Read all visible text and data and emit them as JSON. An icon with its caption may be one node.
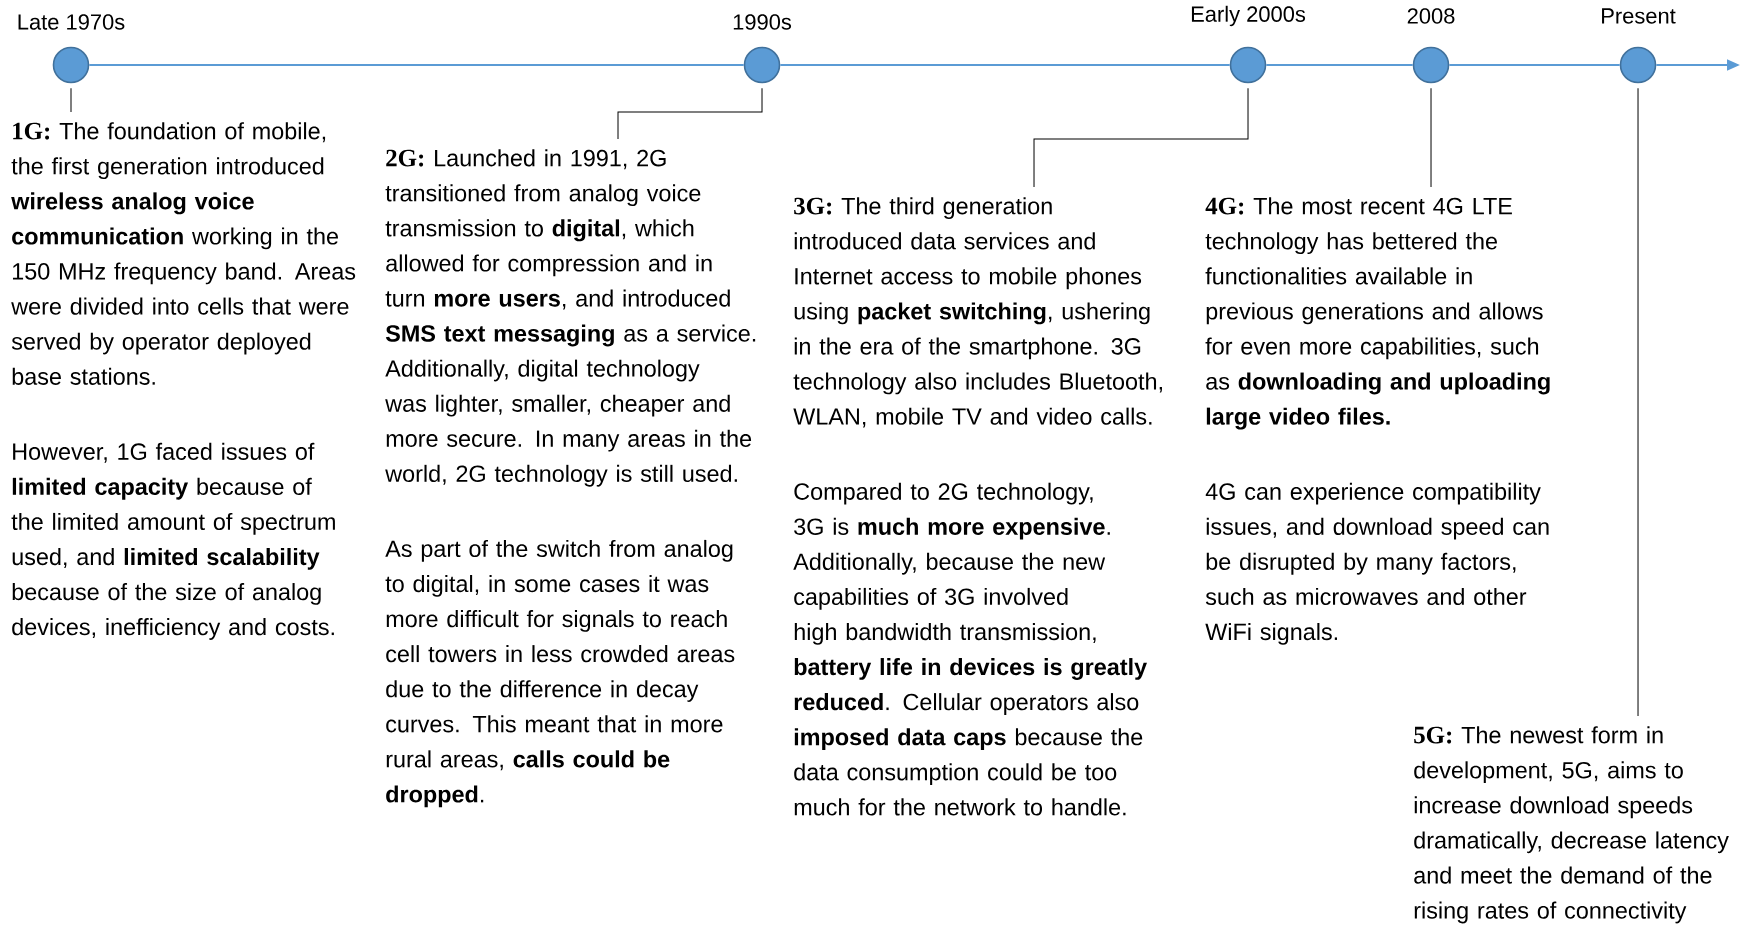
{
  "diagram": {
    "nodes": [
      {
        "text": [
          "Late 1970s"
        ]
      },
      {
        "text": [
          "1990s"
        ]
      },
      {
        "text": [
          "Early 2000s"
        ]
      },
      {
        "text": [
          "2008"
        ]
      },
      {
        "text": [
          "Present"
        ]
      },
      {
        "text": [
          "1G:",
          "The foundation of mobile, the first generation introduced **wireless analog voice communication** working in the 150 MHz frequency band. Areas were divided into cells that were served by operator deployed base stations.",
          "However, 1G faced issues of **limited capacity** because of the limited amount of spectrum used, and **limited scalability** because of the size of analog devices, inefficiency and costs."
        ]
      },
      {
        "text": [
          "2G:",
          "Launched in 1991, 2G transitioned from analog voice transmission to **digital**, which allowed for compression and in turn **more users**, and introduced **SMS text messaging** as a service. Additionally, digital technology was lighter, smaller, cheaper and more secure. In many areas in the world, 2G technology is still used.",
          "As part of the switch from analog to digital, in some cases it was more difficult for signals to reach cell towers in less crowded areas due to the difference in decay curves. This meant that in more rural areas, **calls could be dropped**."
        ]
      },
      {
        "text": [
          "3G:",
          "The third generation introduced data services and Internet access to mobile phones using **packet switching**, ushering in the era of the smartphone. 3G technology also includes Bluetooth, WLAN, mobile TV and video calls.",
          "Compared to 2G technology, 3G is **much more expensive**. Additionally, because the new capabilities of 3G involved high bandwidth transmission, **battery life in devices is greatly reduced**. Cellular operators also **imposed data caps** because the data consumption could be too much for the network to handle."
        ]
      },
      {
        "text": [
          "4G:",
          "The most recent 4G LTE technology has bettered the functionalities available in previous generations and allows for even more capabilities, such as **downloading and uploading large video files.**",
          "4G can experience compatibility issues, and download speed can be disrupted by many factors, such as microwaves and other WiFi signals."
        ]
      },
      {
        "text": [
          "5G:",
          "The newest form in development, 5G, aims to increase download speeds dramatically, decrease latency and meet the demand of the rising rates of connectivity"
        ]
      }
    ],
    "edges": [
      {
        "from": 0,
        "to": 1,
        "arrow": "none"
      },
      {
        "from": 1,
        "to": 2,
        "arrow": "none"
      },
      {
        "from": 2,
        "to": 3,
        "arrow": "none"
      },
      {
        "from": 3,
        "to": 4,
        "arrow": "none"
      },
      {
        "from": 4,
        "to": null,
        "arrow": "to"
      },
      {
        "from": 0,
        "to": 5,
        "arrow": "none",
        "color": "#000000"
      },
      {
        "from": 1,
        "to": 6,
        "arrow": "none",
        "color": "#000000"
      },
      {
        "from": 2,
        "to": 7,
        "arrow": "none",
        "color": "#000000"
      },
      {
        "from": 3,
        "to": 8,
        "arrow": "none",
        "color": "#000000"
      },
      {
        "from": 4,
        "to": 9,
        "arrow": "none",
        "color": "#000000"
      }
    ]
  }
}
